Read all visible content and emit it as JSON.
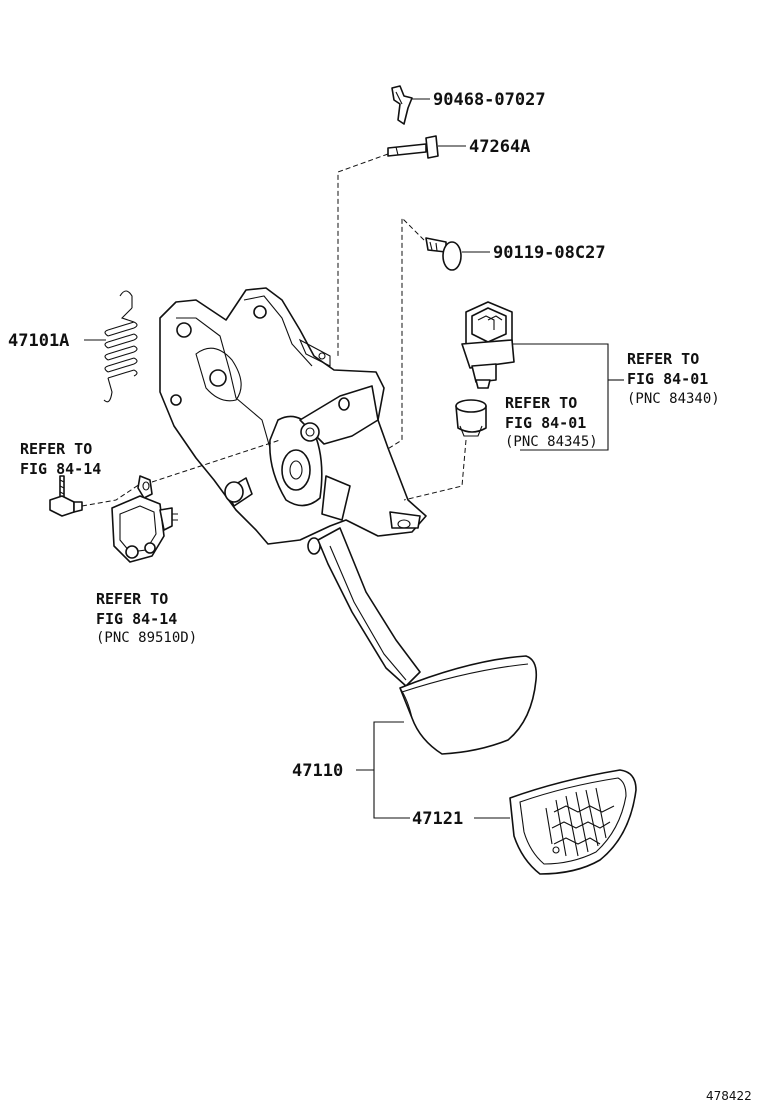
{
  "parts": {
    "clip": "90468-07027",
    "pin": "47264A",
    "stopper": "90119-08C27",
    "spring": "47101A",
    "pedal": "47110",
    "pad": "47121"
  },
  "references": {
    "bolt": {
      "line1": "REFER TO",
      "line2": "FIG 84-14"
    },
    "sensor": {
      "line1": "REFER TO",
      "line2": "FIG 84-14",
      "pnc": "(PNC 89510D)"
    },
    "switch": {
      "line1": "REFER TO",
      "line2": "FIG 84-01",
      "pnc": "(PNC 84340)"
    },
    "cushion": {
      "line1": "REFER TO",
      "line2": "FIG 84-01",
      "pnc": "(PNC 84345)"
    }
  },
  "illustration_id": "478422"
}
